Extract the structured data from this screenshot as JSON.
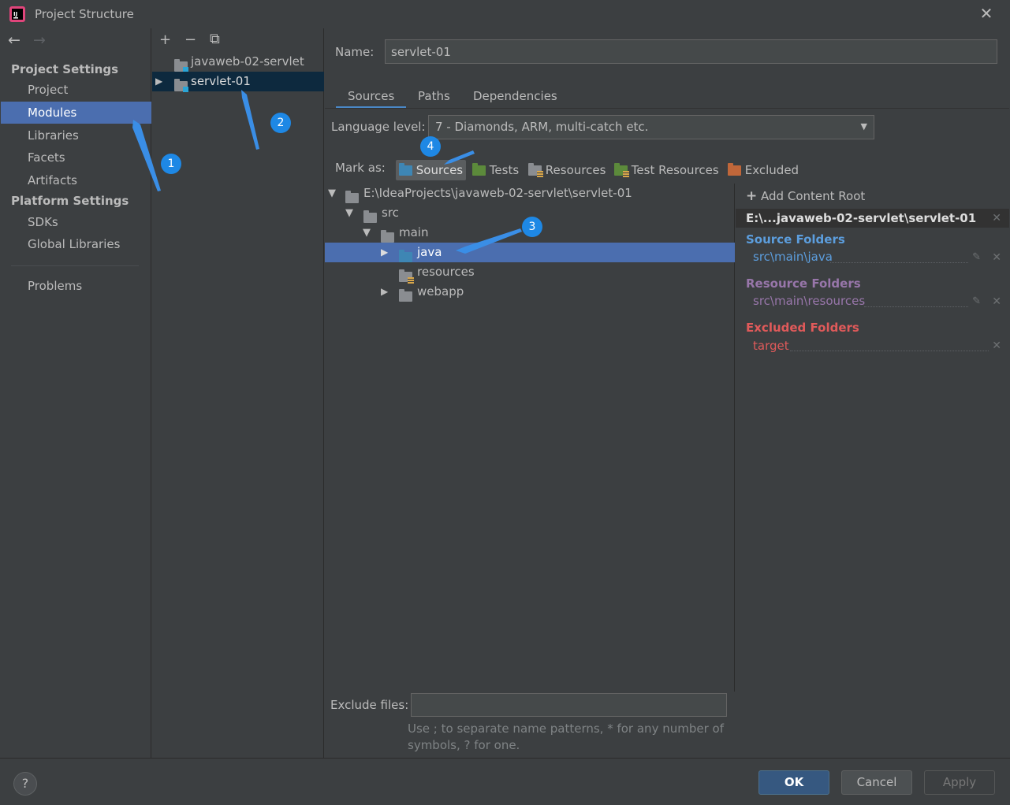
{
  "window": {
    "title": "Project Structure",
    "close": "✕"
  },
  "nav": {
    "back": "←",
    "forward": "→"
  },
  "sidebar": {
    "project_settings": "Project Settings",
    "items_top": [
      "Project",
      "Modules",
      "Libraries",
      "Facets",
      "Artifacts"
    ],
    "platform_settings": "Platform Settings",
    "items_bottom": [
      "SDKs",
      "Global Libraries"
    ],
    "problems": "Problems",
    "selected": "Modules"
  },
  "modules": {
    "toolbar": {
      "add": "+",
      "remove": "−",
      "copy": "⧉"
    },
    "list": [
      "javaweb-02-servlet",
      "servlet-01"
    ],
    "selected": "servlet-01"
  },
  "main": {
    "name_label": "Name:",
    "name_value": "servlet-01",
    "tabs": [
      "Sources",
      "Paths",
      "Dependencies"
    ],
    "active_tab": "Sources",
    "language_label": "Language level:",
    "language_value": "7 - Diamonds, ARM, multi-catch etc.",
    "mark_as_label": "Mark as:",
    "mark_buttons": [
      "Sources",
      "Tests",
      "Resources",
      "Test Resources",
      "Excluded"
    ],
    "tree": {
      "root": "E:\\IdeaProjects\\javaweb-02-servlet\\servlet-01",
      "src": "src",
      "main": "main",
      "java": "java",
      "resources": "resources",
      "webapp": "webapp"
    },
    "exclude_label": "Exclude files:",
    "exclude_value": "",
    "exclude_hint_1": "Use ; to separate name patterns, * for any number of",
    "exclude_hint_2": "symbols, ? for one."
  },
  "content_root": {
    "add_label": "Add Content Root",
    "path": "E:\\...javaweb-02-servlet\\servlet-01",
    "source_folders_label": "Source Folders",
    "source_folder": "src\\main\\java",
    "resource_folders_label": "Resource Folders",
    "resource_folder": "src\\main\\resources",
    "excluded_folders_label": "Excluded Folders",
    "excluded_folder": "target",
    "colors": {
      "source": "#5c9ede",
      "resource": "#9876aa",
      "excluded": "#e05a5a"
    }
  },
  "footer": {
    "help": "?",
    "ok": "OK",
    "cancel": "Cancel",
    "apply": "Apply"
  },
  "callouts": [
    "1",
    "2",
    "3",
    "4"
  ]
}
